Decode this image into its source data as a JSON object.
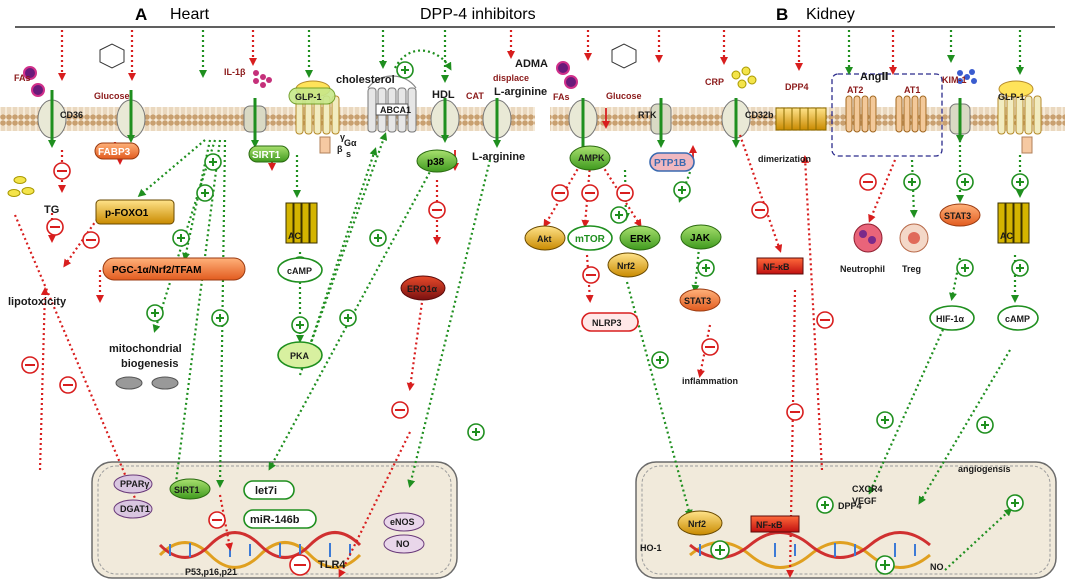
{
  "header": {
    "panel_a_letter": "A",
    "panel_a_label": "Heart",
    "title": "DPP-4 inhibitors",
    "panel_b_letter": "B",
    "panel_b_label": "Kidney"
  },
  "heart": {
    "fas": "FAs",
    "glucose": "Glucose",
    "il1b": "IL-1β",
    "glp1": "GLP-1",
    "cholesterol": "cholesterol",
    "hdl": "HDL",
    "cat": "CAT",
    "adma": "ADMA",
    "displace": "displace",
    "l_arginine_top": "L-arginine",
    "cd36": "CD36",
    "fabp3": "FABP3",
    "sirt1": "SIRT1",
    "abca1": "ABCA1",
    "p38": "p38",
    "l_arginine": "L-arginine",
    "tg": "TG",
    "p_foxo1": "p-FOXO1",
    "pgc": "PGC-1α/Nrf2/TFAM",
    "lipotoxicity": "lipotoxicity",
    "mito1": "mitochondrial",
    "mito2": "biogenesis",
    "camp": "cAMP",
    "pka": "PKA",
    "ero1a": "ERO1α",
    "ac": "AC",
    "gamma": "γ",
    "beta": "β",
    "galpha": "Gα",
    "s": "s",
    "nucleus": {
      "ppar": "PPARγ",
      "dgat1": "DGAT1",
      "sirt1": "SIRT1",
      "let7i": "let7i",
      "mir146b": "miR-146b",
      "enos": "eNOS",
      "no": "NO",
      "p53": "P53,p16,p21",
      "tlr4": "TLR4"
    }
  },
  "kidney": {
    "fas": "FAs",
    "glucose": "Glucose",
    "crp": "CRP",
    "dpp4": "DPP4",
    "ang2": "AngⅡ",
    "at2": "AT2",
    "at1": "AT1",
    "kim1": "KIM-1",
    "glp1": "GLP-1",
    "rtk": "RTK",
    "cd32b": "CD32b",
    "ptp1b": "PTP1B",
    "dimerization": "dimerization",
    "ampk": "AMPK",
    "akt": "Akt",
    "mtor": "mTOR",
    "erk": "ERK",
    "jak": "JAK",
    "nrf2": "Nrf2",
    "nlrp3": "NLRP3",
    "stat3": "STAT3",
    "nfkb": "NF-κB",
    "inflammation": "inflammation",
    "neutrophil": "Neutrophil",
    "treg": "Treg",
    "stat3_b": "STAT3",
    "hif": "HIF-1α",
    "camp": "cAMP",
    "angiogensis": "angiogensis",
    "nucleus": {
      "nrf2": "Nrf2",
      "ho1": "HO-1",
      "nfkb": "NF-κB",
      "dpp4": "DPP4",
      "cxcr4": "CXCR4",
      "vegf": "VEGF",
      "no": "NO"
    }
  },
  "colors": {
    "activate": "#1f8f1f",
    "inhibit": "#d81e1e",
    "membrane": "#d8b38a",
    "nucleus_fill": "#f1eadb"
  }
}
